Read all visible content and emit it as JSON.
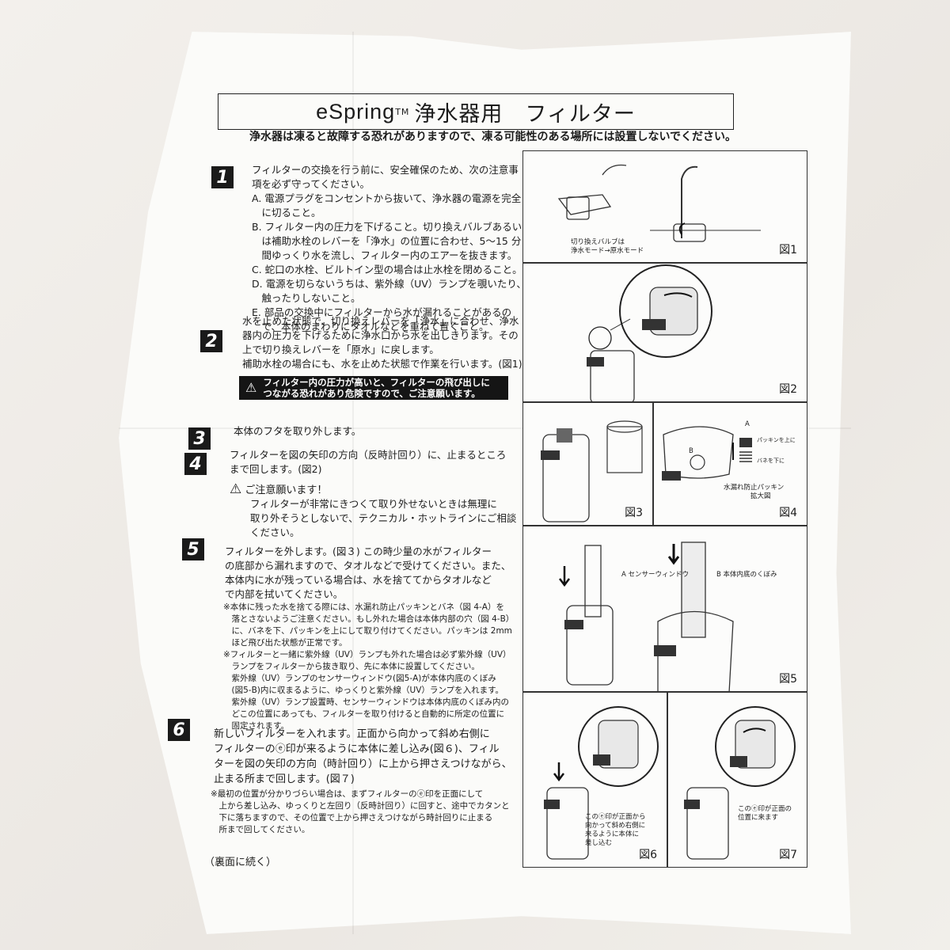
{
  "title": {
    "brand": "eSpring",
    "tm": "TM",
    "rest": "浄水器用　フィルター"
  },
  "top_warning": "浄水器は凍ると故障する恐れがありますので、凍る可能性のある場所には設置しないでください。",
  "steps": {
    "s1": {
      "num": "1",
      "lines": [
        "フィルターの交換を行う前に、安全確保のため、次の注意事",
        "項を必ず守ってください。",
        "A. 電源プラグをコンセントから抜いて、浄水器の電源を完全",
        "　に切ること。",
        "B. フィルター内の圧力を下げること。切り換えバルブあるい",
        "　は補助水栓のレバーを「浄水」の位置に合わせ、5～15 分",
        "　間ゆっくり水を流し、フィルター内のエアーを抜きます。",
        "C. 蛇口の水栓、ビルトイン型の場合は止水栓を閉めること。",
        "D. 電源を切らないうちは、紫外線（UV）ランプを覗いたり、",
        "　触ったりしないこと。",
        "E. 部品の交換中にフィルターから水が漏れることがあるの",
        "　で、本体のまわりにタオルなどを重ねて置くこと。"
      ]
    },
    "s2": {
      "num": "2",
      "lines": [
        "水を止めた状態で、切り換えレバーを「浄水」に合わせ、浄水",
        "器内の圧力を下げるために浄水口から水を出しきります。その",
        "上で切り換えレバーを「原水」に戻します。",
        "補助水栓の場合にも、水を止めた状態で作業を行います。(図1)"
      ],
      "danger": [
        "フィルター内の圧力が高いと、フィルターの飛び出しに",
        "つながる恐れがあり危険ですので、ご注意願います。"
      ]
    },
    "s3": {
      "num": "3",
      "text": "本体のフタを取り外します。"
    },
    "s4": {
      "num": "4",
      "lines": [
        "フィルターを図の矢印の方向（反時計回り）に、止まるところ",
        "まで回します。(図2)"
      ],
      "caution_title": "ご注意願います！",
      "caution_lines": [
        "フィルターが非常にきつくて取り外せないときは無理に",
        "取り外そうとしないで、テクニカル・ホットラインにご相談",
        "ください。"
      ]
    },
    "s5": {
      "num": "5",
      "lines": [
        "フィルターを外します。(図３) この時少量の水がフィルター",
        "の底部から漏れますので、タオルなどで受けてください。また、",
        "本体内に水が残っている場合は、水を捨ててからタオルなど",
        "で内部を拭いてください。"
      ],
      "notes": [
        "※本体に残った水を捨てる際には、水漏れ防止パッキンとバネ（図 4-A）を",
        "　落とさないようご注意ください。もし外れた場合は本体内部の穴（図 4-B）",
        "　に、バネを下、パッキンを上にして取り付けてください。パッキンは 2mm",
        "　ほど飛び出た状態が正常です。",
        "※フィルターと一緒に紫外線（UV）ランプも外れた場合は必ず紫外線（UV）",
        "　ランプをフィルターから抜き取り、先に本体に設置してください。",
        "　紫外線（UV）ランプのセンサーウィンドウ(図5-A)が本体内底のくぼみ",
        "　(図5-B)内に収まるように、ゆっくりと紫外線（UV）ランプを入れます。",
        "　紫外線（UV）ランプ設置時、センサーウィンドウは本体内底のくぼみ内の",
        "　どこの位置にあっても、フィルターを取り付けると自動的に所定の位置に",
        "　固定されます。"
      ]
    },
    "s6": {
      "num": "6",
      "lines": [
        "新しいフィルターを入れます。正面から向かって斜め右側に",
        "フィルターのⓔ印が来るように本体に差し込み(図６)、フィル",
        "ターを図の矢印の方向（時計回り）に上から押さえつけながら、",
        "止まる所まで回します。(図７)"
      ],
      "notes": [
        "※最初の位置が分かりづらい場合は、まずフィルターのⓔ印を正面にして",
        "　上から差し込み、ゆっくりと左回り（反時計回り）に回すと、途中でカタンと",
        "　下に落ちますので、その位置で上から押さえつけながら時計回りに止まる",
        "　所まで回してください。"
      ]
    }
  },
  "continued": "（裏面に続く）",
  "figures": {
    "f1": {
      "label": "図1",
      "note1": "切り換えバルブは",
      "note2": "浄水モード→原水モード"
    },
    "f2": {
      "label": "図2"
    },
    "f3": {
      "label": "図3"
    },
    "f4": {
      "label": "図4",
      "a": "A",
      "b": "B",
      "packing": "パッキンを上に",
      "spring": "バネを下に",
      "cap1": "水漏れ防止パッキン",
      "cap2": "拡大図"
    },
    "f5": {
      "label": "図5",
      "a": "A センサーウィンドウ",
      "b": "B 本体内底のくぼみ"
    },
    "f6": {
      "label": "図6",
      "n1": "このⓔ印が正面から",
      "n2": "向かって斜め右側に",
      "n3": "来るように本体に",
      "n4": "差し込む"
    },
    "f7": {
      "label": "図7",
      "n1": "このⓔ印が正面の",
      "n2": "位置に来ます"
    }
  }
}
